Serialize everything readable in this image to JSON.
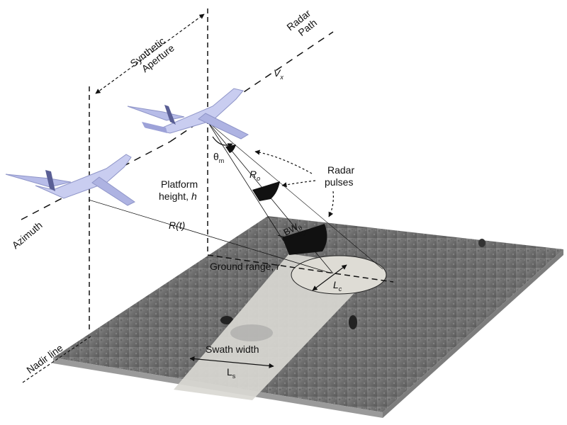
{
  "labels": {
    "synthetic": "Synthetic",
    "aperture": "Aperture",
    "radar": "Radar",
    "path": "Path",
    "vx_main": "V",
    "vx_sub": "x",
    "theta_main": "θ",
    "theta_sub": "m",
    "ro_main": "R",
    "ro_sub": "o",
    "radar_pulses_1": "Radar",
    "radar_pulses_2": "pulses",
    "platform": "Platform",
    "height": "height, ",
    "height_h": "h",
    "azimuth": "Azimuth",
    "rt": "R(t)",
    "bw_main": "BW",
    "bw_sub": "θ",
    "ground_range": "Ground range, ",
    "ground_range_r": "r",
    "lc_main": "L",
    "lc_sub": "c",
    "nadir_line": "Nadir line",
    "swath_width": "Swath width",
    "ls_main": "L",
    "ls_sub": "s"
  },
  "colors": {
    "ground_dark": "#6f6f6f",
    "ground_light": "#9a9a9a",
    "swath": "#d9d8d3",
    "aircraft": "#c9cdf0",
    "aircraft_shade": "#8f95c8",
    "line": "#111111"
  }
}
